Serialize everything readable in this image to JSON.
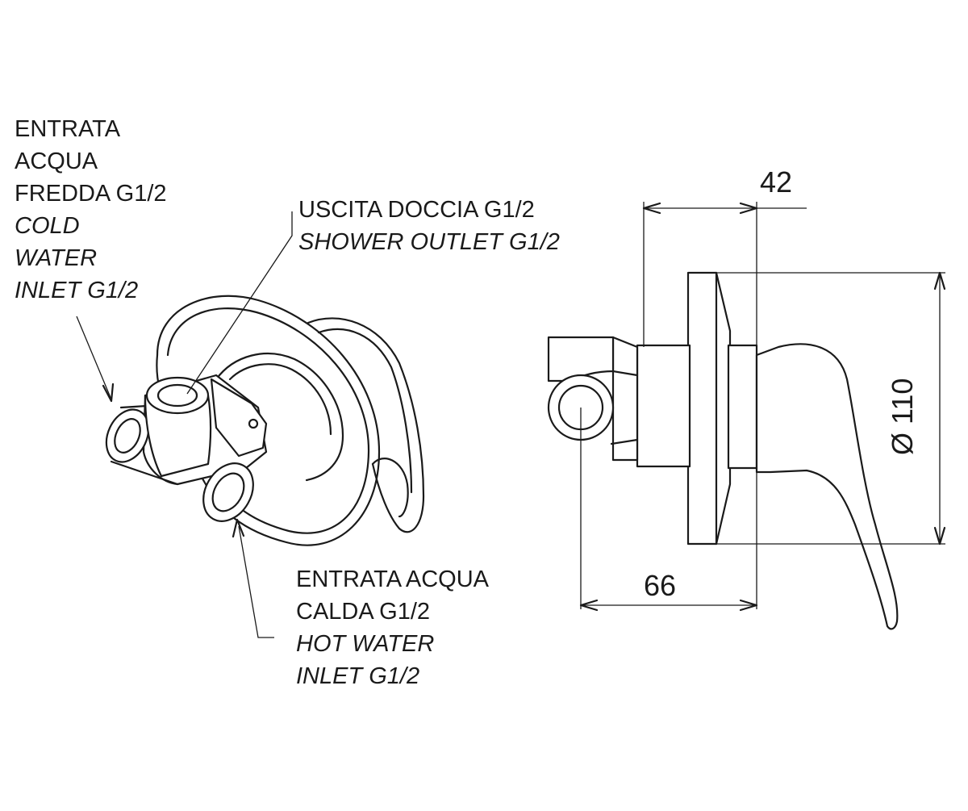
{
  "callouts": {
    "cold_inlet": {
      "it_lines": [
        "ENTRATA",
        "ACQUA",
        "FREDDA G1/2"
      ],
      "en_lines": [
        "COLD",
        "WATER",
        "INLET G1/2"
      ]
    },
    "shower_outlet": {
      "it_lines": [
        "USCITA DOCCIA G1/2"
      ],
      "en_lines": [
        "SHOWER OUTLET G1/2"
      ]
    },
    "hot_inlet": {
      "it_lines": [
        "ENTRATA ACQUA",
        "CALDA G1/2"
      ],
      "en_lines": [
        "HOT WATER",
        "INLET G1/2"
      ]
    }
  },
  "dimensions": {
    "depth_body": "42",
    "diameter_plate": "Ø 110",
    "depth_total": "66"
  }
}
